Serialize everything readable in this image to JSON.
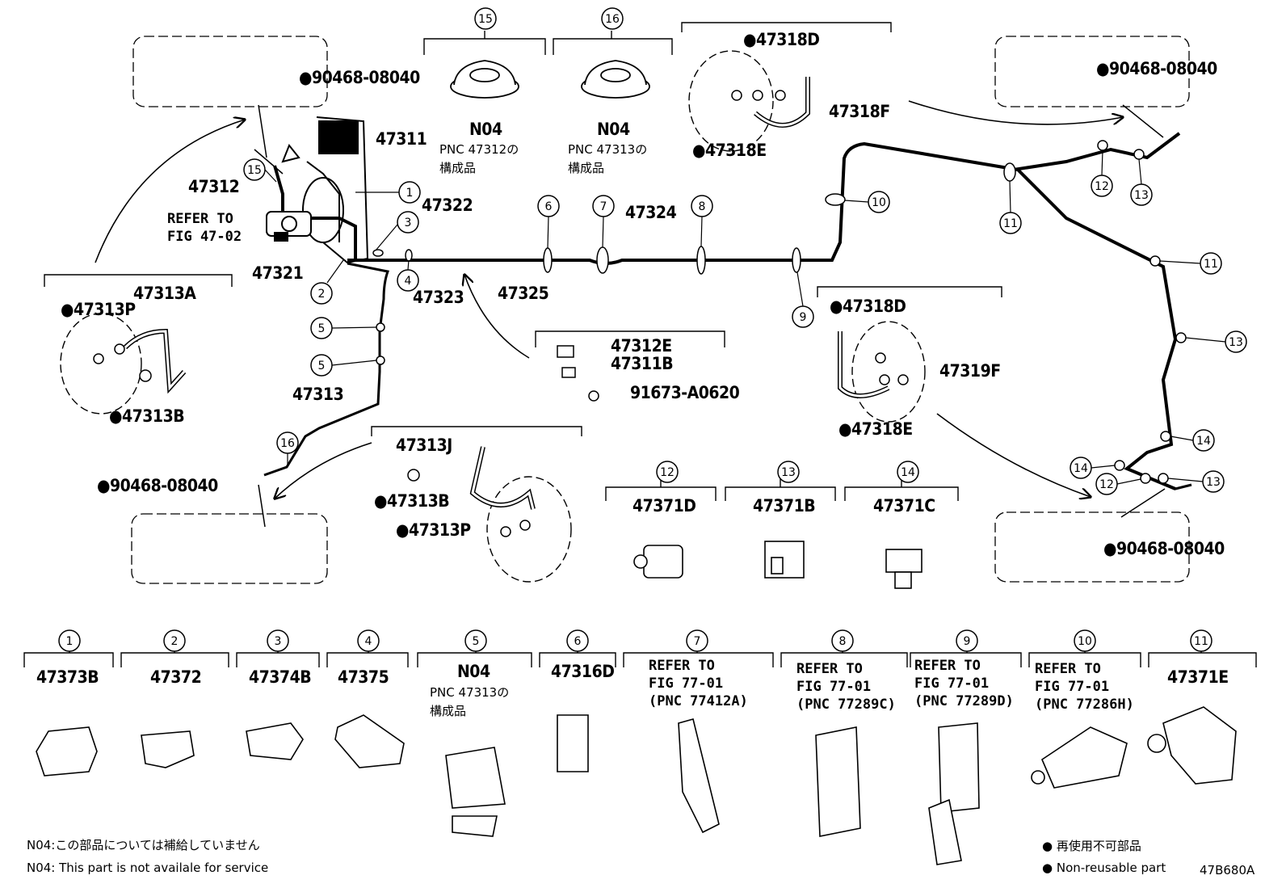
{
  "diagram_id": "47B680A",
  "callouts": {
    "c1": "1",
    "c2": "2",
    "c3": "3",
    "c4": "4",
    "c5": "5",
    "c6": "6",
    "c7": "7",
    "c8": "8",
    "c9": "9",
    "c10": "10",
    "c11": "11",
    "c12": "12",
    "c13": "13",
    "c14": "14",
    "c15": "15",
    "c16": "16"
  },
  "labels": {
    "p90468_08040": "●90468-08040",
    "p47311": "47311",
    "p47312": "47312",
    "p47321": "47321",
    "p47322": "47322",
    "p47323": "47323",
    "p47324": "47324",
    "p47325": "47325",
    "p47313": "47313",
    "refer_fig_47_02_a": "REFER TO",
    "refer_fig_47_02_b": "FIG 47-02",
    "p47313A": "47313A",
    "p47313P": "●47313P",
    "p47313B": "●47313B",
    "p47313J": "47313J",
    "p47318D": "●47318D",
    "p47318F": "47318F",
    "p47318E": "●47318E",
    "p47319F": "47319F",
    "p47312E": "47312E",
    "p47311B": "47311B",
    "p91673": "91673-A0620",
    "p47371D": "47371D",
    "p47371B": "47371B",
    "p47371C": "47371C",
    "n04": "N04",
    "pnc47312": "PNC 47312の",
    "pnc47313": "PNC 47313の",
    "kouseihin": "構成品"
  },
  "bottom_parts": [
    {
      "num": "1",
      "lines": [
        "47373B"
      ]
    },
    {
      "num": "2",
      "lines": [
        "47372"
      ]
    },
    {
      "num": "3",
      "lines": [
        "47374B"
      ]
    },
    {
      "num": "4",
      "lines": [
        "47375"
      ]
    },
    {
      "num": "5",
      "lines": [
        "N04",
        "PNC 47313の",
        "構成品"
      ]
    },
    {
      "num": "6",
      "lines": [
        "47316D"
      ]
    },
    {
      "num": "7",
      "lines": [
        "REFER TO",
        "FIG 77-01",
        "(PNC 77412A)"
      ]
    },
    {
      "num": "8",
      "lines": [
        "REFER TO",
        "FIG 77-01",
        "(PNC 77289C)"
      ]
    },
    {
      "num": "9",
      "lines": [
        "REFER TO",
        "FIG 77-01",
        "(PNC 77289D)"
      ]
    },
    {
      "num": "10",
      "lines": [
        "REFER TO",
        "FIG 77-01",
        "(PNC 77286H)"
      ]
    },
    {
      "num": "11",
      "lines": [
        "47371E"
      ]
    }
  ],
  "notes": {
    "jp": "N04:この部品については補給していません",
    "en": "N04: This part is not availale for service",
    "legend_jp": "● 再使用不可部品",
    "legend_en": "● Non-reusable part"
  }
}
